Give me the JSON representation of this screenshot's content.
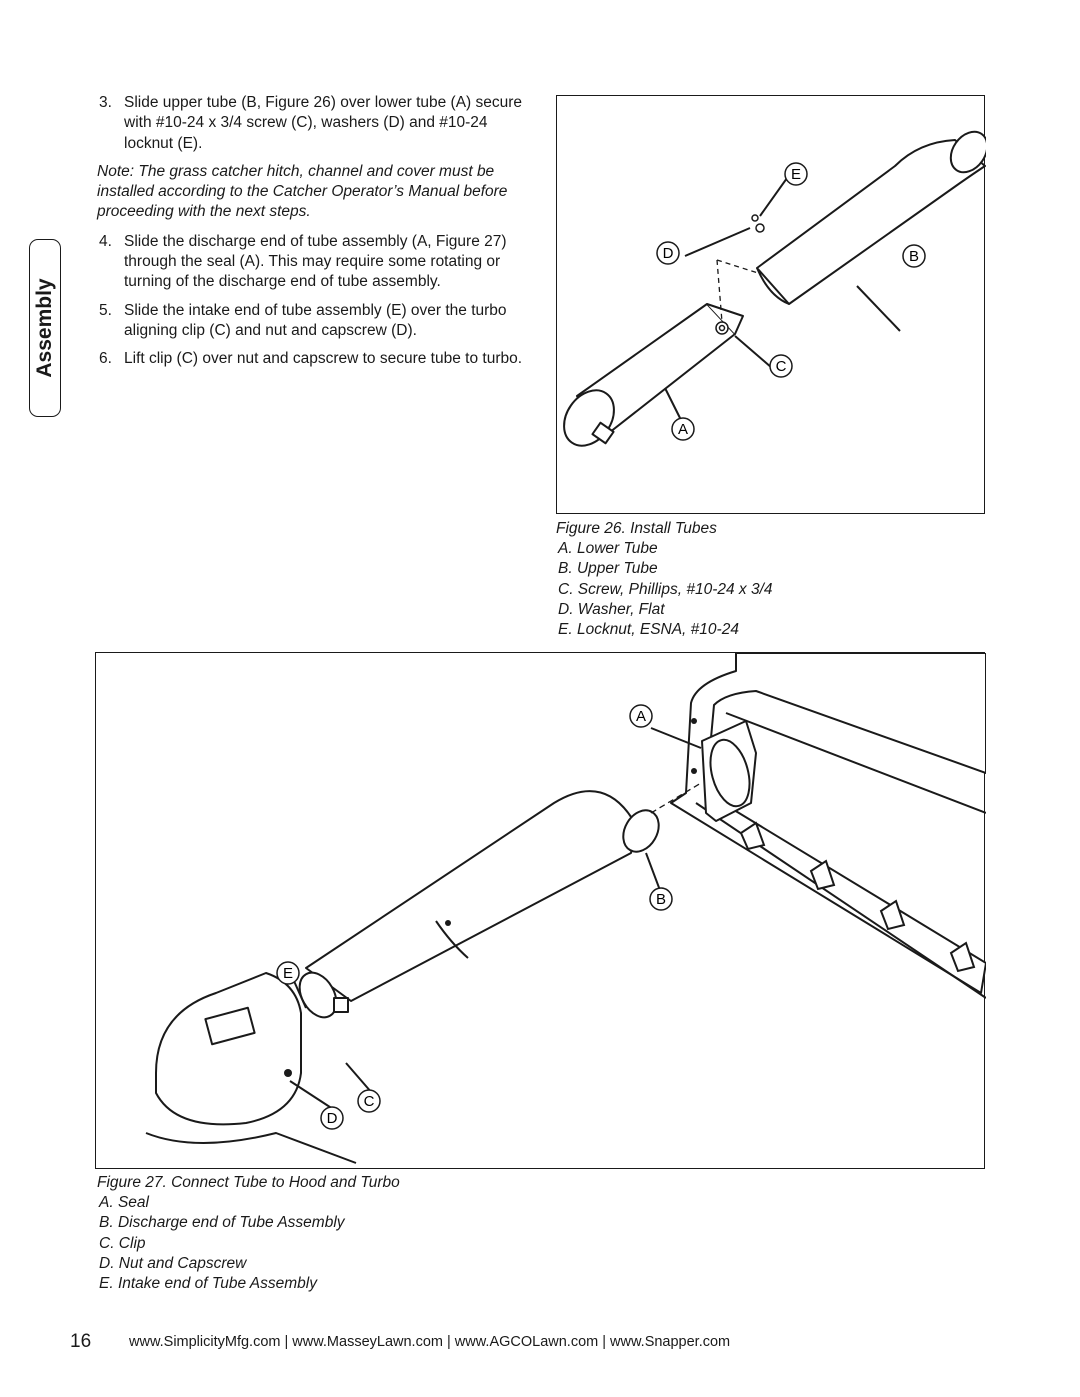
{
  "side_tab": {
    "label": "Assembly"
  },
  "steps": [
    {
      "num": "3.",
      "text": "Slide upper tube (B, Figure 26) over lower tube (A) secure with #10-24 x 3/4 screw (C), washers (D) and #10-24 locknut (E)."
    },
    {
      "num": "4.",
      "text": "Slide the discharge end of tube assembly (A, Figure 27) through the seal (A).  This may require some rotating or turning of the discharge end of tube assembly."
    },
    {
      "num": "5.",
      "text": "Slide the intake end of tube assembly (E) over the turbo aligning clip (C) and nut and capscrew (D)."
    },
    {
      "num": "6.",
      "text": "Lift clip (C) over nut and capscrew to secure tube to turbo."
    }
  ],
  "note": "Note: The grass catcher hitch, channel and cover must be installed according to the Catcher Operator’s Manual before proceeding with the next steps.",
  "figure26": {
    "caption": "Figure 26.  Install Tubes",
    "items": [
      "A.  Lower Tube",
      "B.  Upper Tube",
      "C.  Screw, Phillips, #10-24 x 3/4",
      "D.  Washer, Flat",
      "E.  Locknut, ESNA, #10-24"
    ],
    "callouts": {
      "a": "A",
      "b": "B",
      "c": "C",
      "d": "D",
      "e": "E"
    }
  },
  "figure27": {
    "caption": "Figure 27.  Connect Tube to Hood and Turbo",
    "items": [
      "A.  Seal",
      "B.  Discharge end of Tube Assembly",
      "C.  Clip",
      "D.  Nut and Capscrew",
      "E.  Intake end of Tube Assembly"
    ],
    "callouts": {
      "a": "A",
      "b": "B",
      "c": "C",
      "d": "D",
      "e": "E"
    }
  },
  "footer": {
    "page_number": "16",
    "links": "www.SimplicityMfg.com | www.MasseyLawn.com | www.AGCOLawn.com | www.Snapper.com"
  }
}
